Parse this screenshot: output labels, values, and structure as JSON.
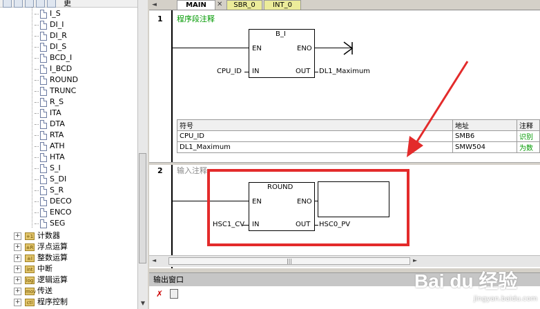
{
  "tree": {
    "items": [
      "I_S",
      "DI_I",
      "DI_R",
      "DI_S",
      "BCD_I",
      "I_BCD",
      "ROUND",
      "TRUNC",
      "R_S",
      "ITA",
      "DTA",
      "RTA",
      "ATH",
      "HTA",
      "S_I",
      "S_DI",
      "S_R",
      "DECO",
      "ENCO",
      "SEG"
    ],
    "folders": [
      {
        "label": "计数器",
        "icon": "+1"
      },
      {
        "label": "浮点运算",
        "icon": "±R"
      },
      {
        "label": "整数运算",
        "icon": "±I"
      },
      {
        "label": "中断",
        "icon": "int"
      },
      {
        "label": "逻辑运算",
        "icon": "log"
      },
      {
        "label": "传送",
        "icon": "mov"
      },
      {
        "label": "程序控制",
        "icon": "ctl"
      }
    ],
    "top_partial": "更"
  },
  "tabs": [
    {
      "label": "MAIN",
      "active": true
    },
    {
      "label": "SBR_0",
      "active": false
    },
    {
      "label": "INT_0",
      "active": false
    }
  ],
  "network1": {
    "number": "1",
    "comment": "程序段注释",
    "block_title": "B_I",
    "en": "EN",
    "eno": "ENO",
    "in_label": "IN",
    "out_label": "OUT",
    "in_operand": "CPU_ID",
    "out_operand": "DL1_Maximum"
  },
  "symbol_table": {
    "headers": [
      "符号",
      "地址",
      "注释"
    ],
    "rows": [
      {
        "symbol": "CPU_ID",
        "address": "SMB6",
        "comment": "识别"
      },
      {
        "symbol": "DL1_Maximum",
        "address": "SMW504",
        "comment": "为数"
      }
    ]
  },
  "network2": {
    "number": "2",
    "comment": "输入注释",
    "block_title": "ROUND",
    "en": "EN",
    "eno": "ENO",
    "in_label": "IN",
    "out_label": "OUT",
    "in_operand": "HSC1_CV",
    "out_operand": "HSC0_PV"
  },
  "output_window": {
    "title": "输出窗口"
  },
  "watermark": {
    "brand": "Bai du 经验",
    "url": "jingyan.baidu.com"
  },
  "colors": {
    "highlight": "#e32b2b",
    "comment_green": "#009900"
  }
}
